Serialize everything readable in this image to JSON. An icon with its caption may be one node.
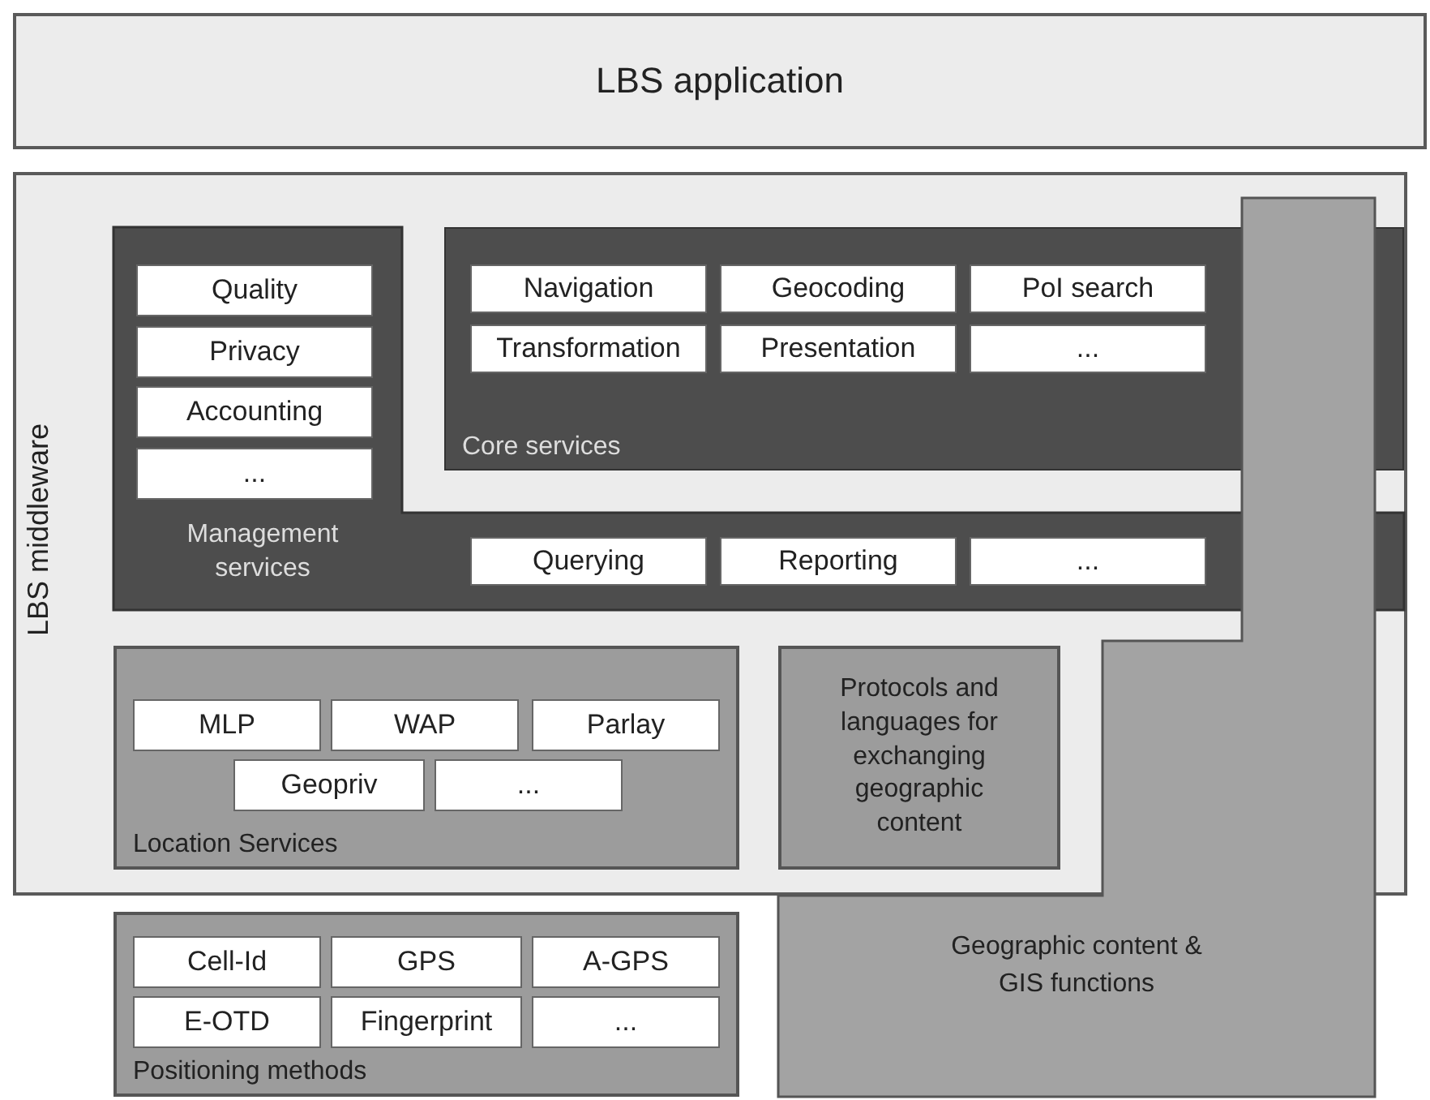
{
  "diagram": {
    "nodes": [
      {
        "text": [
          "LBS application"
        ]
      },
      {
        "text": [
          "LBS middleware"
        ]
      },
      {
        "text": [
          "Management services"
        ],
        "in": 1
      },
      {
        "text": [
          "Quality"
        ],
        "in": 2
      },
      {
        "text": [
          "Privacy"
        ],
        "in": 2
      },
      {
        "text": [
          "Accounting"
        ],
        "in": 2
      },
      {
        "text": [
          "..."
        ],
        "in": 2
      },
      {
        "text": [
          "Core services"
        ],
        "in": 1
      },
      {
        "text": [
          "Navigation"
        ],
        "in": 7
      },
      {
        "text": [
          "Geocoding"
        ],
        "in": 7
      },
      {
        "text": [
          "PoI search"
        ],
        "in": 7
      },
      {
        "text": [
          "Transformation"
        ],
        "in": 7
      },
      {
        "text": [
          "Presentation"
        ],
        "in": 7
      },
      {
        "text": [
          "..."
        ],
        "in": 7
      },
      {
        "text": [
          "Querying"
        ],
        "in": 2
      },
      {
        "text": [
          "Reporting"
        ],
        "in": 2
      },
      {
        "text": [
          "..."
        ],
        "in": 2
      },
      {
        "text": [
          "Location Services"
        ],
        "in": 1
      },
      {
        "text": [
          "MLP"
        ],
        "in": 17
      },
      {
        "text": [
          "WAP"
        ],
        "in": 17
      },
      {
        "text": [
          "Parlay"
        ],
        "in": 17
      },
      {
        "text": [
          "Geopriv"
        ],
        "in": 17
      },
      {
        "text": [
          "..."
        ],
        "in": 17
      },
      {
        "text": [
          "Protocols and languages for exchanging geographic content"
        ],
        "in": 1
      },
      {
        "text": [
          "Geographic content & GIS functions"
        ]
      },
      {
        "text": [
          "Positioning methods"
        ]
      },
      {
        "text": [
          "Cell-Id"
        ],
        "in": 25
      },
      {
        "text": [
          "GPS"
        ],
        "in": 25
      },
      {
        "text": [
          "A-GPS"
        ],
        "in": 25
      },
      {
        "text": [
          "E-OTD"
        ],
        "in": 25
      },
      {
        "text": [
          "Fingerprint"
        ],
        "in": 25
      },
      {
        "text": [
          "..."
        ],
        "in": 25
      }
    ]
  }
}
